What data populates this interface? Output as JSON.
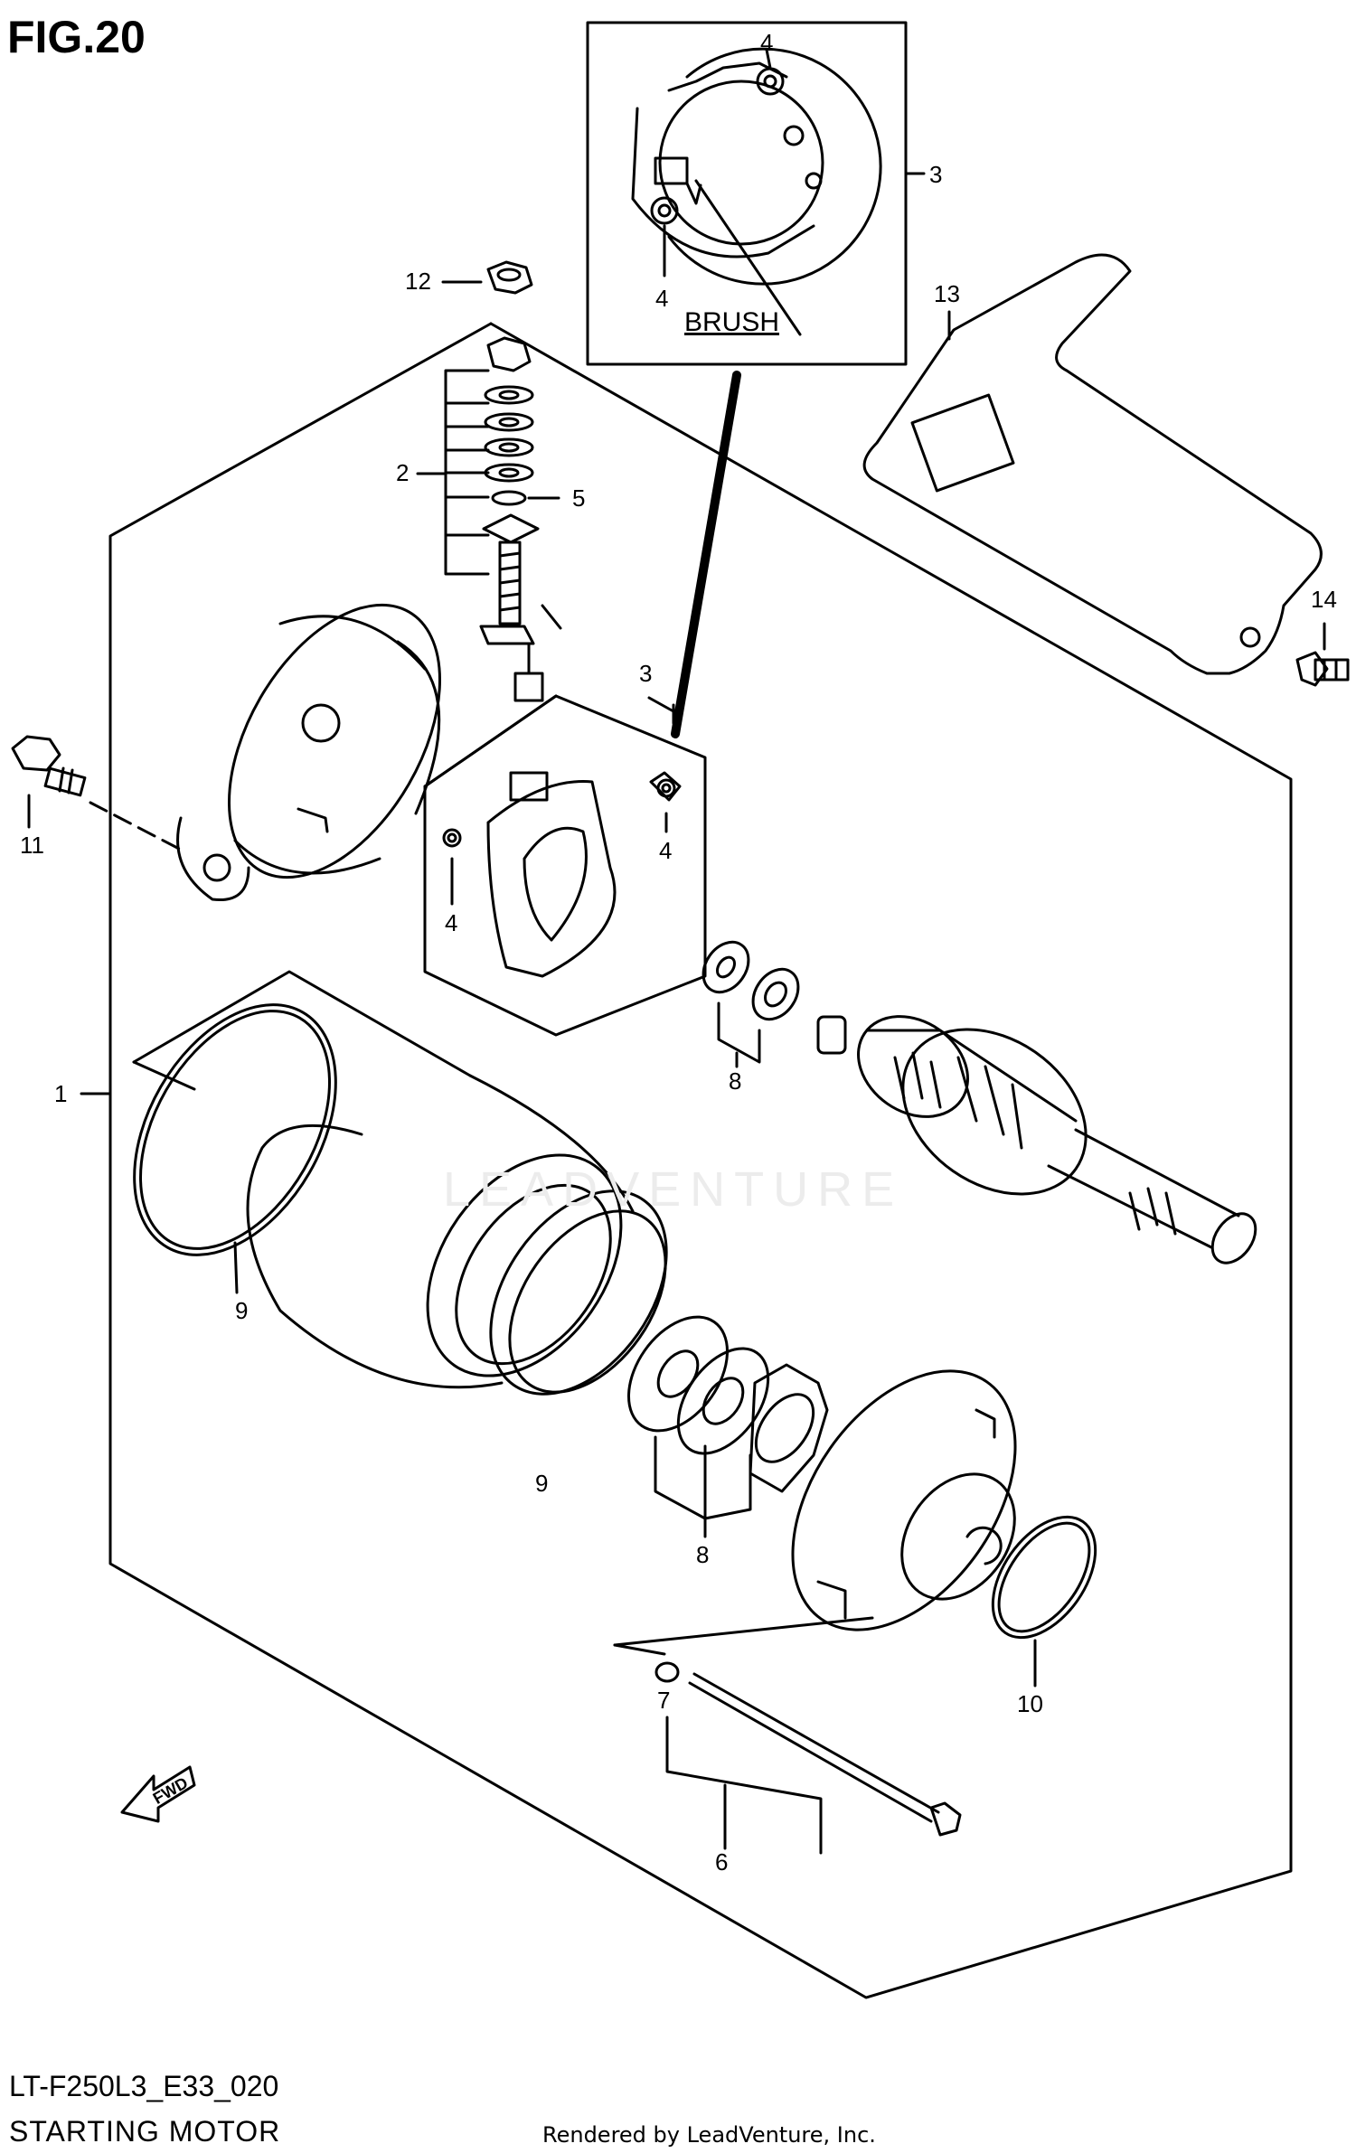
{
  "figure": {
    "title": "FIG.20",
    "code": "LT-F250L3_E33_020",
    "subtitle": "STARTING MOTOR"
  },
  "footer": {
    "rendered_by": "Rendered by LeadVenture, Inc."
  },
  "watermark": "LEADVENTURE",
  "inset": {
    "note": "BRUSH"
  },
  "fwd_label": "FWD",
  "callouts": {
    "c1": "1",
    "c2": "2",
    "c3": "3",
    "c3b": "3",
    "c4a": "4",
    "c4b": "4",
    "c4c": "4",
    "c4d": "4",
    "c5": "5",
    "c6": "6",
    "c7": "7",
    "c8a": "8",
    "c8b": "8",
    "c9a": "9",
    "c9b": "9",
    "c10": "10",
    "c11": "11",
    "c12": "12",
    "c13": "13",
    "c14": "14"
  },
  "colors": {
    "line": "#000000",
    "background": "#ffffff",
    "watermark": "#ececec"
  }
}
